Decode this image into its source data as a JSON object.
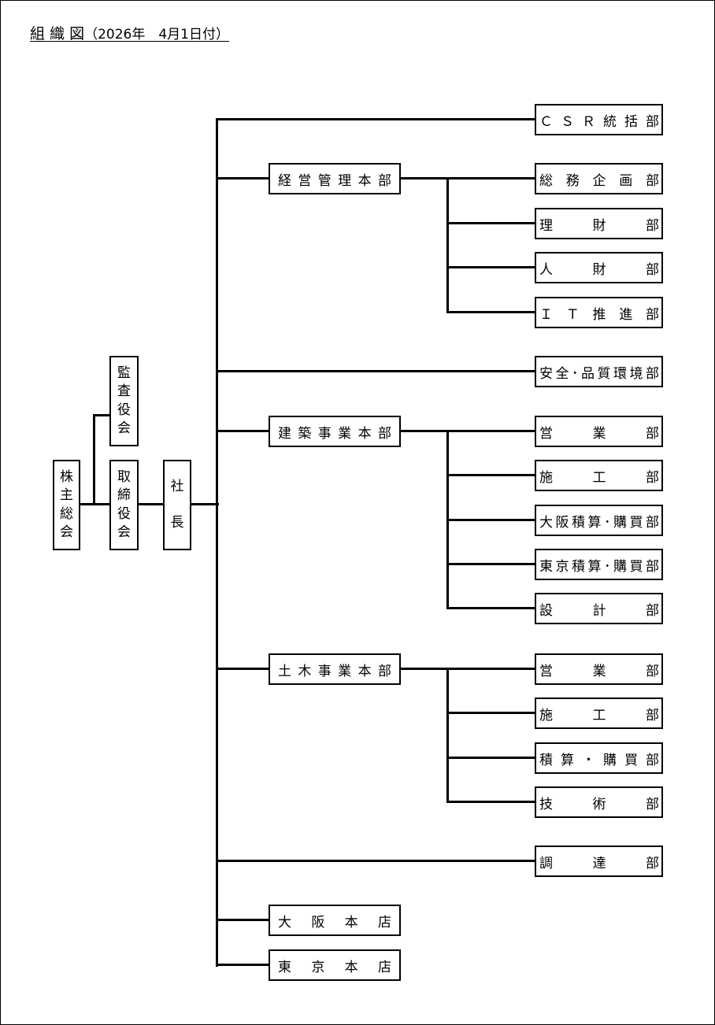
{
  "title": {
    "main": "組 織 図",
    "date": "（2026年　4月1日付）"
  },
  "chart_data": {
    "type": "org-chart",
    "root": {
      "label": "株主総会",
      "children": [
        {
          "label": "監査役会"
        },
        {
          "label": "取締役会",
          "children": [
            {
              "label": "社長",
              "children": [
                {
                  "label": "ＣＳＲ統括部"
                },
                {
                  "label": "経営管理本部",
                  "children": [
                    {
                      "label": "総務企画部"
                    },
                    {
                      "label": "理財部"
                    },
                    {
                      "label": "人財部"
                    },
                    {
                      "label": "ＩＴ推進部"
                    }
                  ]
                },
                {
                  "label": "安全･品質環境部"
                },
                {
                  "label": "建築事業本部",
                  "children": [
                    {
                      "label": "営業部"
                    },
                    {
                      "label": "施工部"
                    },
                    {
                      "label": "大阪積算･購買部"
                    },
                    {
                      "label": "東京積算･購買部"
                    },
                    {
                      "label": "設計部"
                    }
                  ]
                },
                {
                  "label": "土木事業本部",
                  "children": [
                    {
                      "label": "営業部"
                    },
                    {
                      "label": "施工部"
                    },
                    {
                      "label": "積算・購買部"
                    },
                    {
                      "label": "技術部"
                    }
                  ]
                },
                {
                  "label": "調達部"
                },
                {
                  "label": "大阪本店"
                },
                {
                  "label": "東京本店"
                }
              ]
            }
          ]
        }
      ]
    }
  },
  "left": {
    "shareholders": [
      "株",
      "主",
      "総",
      "会"
    ],
    "auditors": [
      "監",
      "査",
      "役",
      "会"
    ],
    "board": [
      "取",
      "締",
      "役",
      "会"
    ],
    "president": [
      "社",
      "長"
    ]
  },
  "divisions": {
    "mgmt": [
      "経",
      "営",
      "管",
      "理",
      "本",
      "部"
    ],
    "arch": [
      "建",
      "築",
      "事",
      "業",
      "本",
      "部"
    ],
    "civil": [
      "土",
      "木",
      "事",
      "業",
      "本",
      "部"
    ],
    "osaka": [
      "大",
      "阪",
      "本",
      "店"
    ],
    "tokyo": [
      "東",
      "京",
      "本",
      "店"
    ]
  },
  "depts": {
    "csr": [
      "Ｃ",
      "Ｓ",
      "Ｒ",
      "統",
      "括",
      "部"
    ],
    "somu": [
      "総",
      "務",
      "企",
      "画",
      "部"
    ],
    "rizai": [
      "理",
      "財",
      "部"
    ],
    "jinzai": [
      "人",
      "財",
      "部"
    ],
    "it": [
      "Ｉ",
      "Ｔ",
      "推",
      "進",
      "部"
    ],
    "anzen": [
      "安",
      "全",
      "･",
      "品",
      "質",
      "環",
      "境",
      "部"
    ],
    "arch_eigyo": [
      "営",
      "業",
      "部"
    ],
    "arch_seko": [
      "施",
      "工",
      "部"
    ],
    "arch_osaka": [
      "大",
      "阪",
      "積",
      "算",
      "･",
      "購",
      "買",
      "部"
    ],
    "arch_tokyo": [
      "東",
      "京",
      "積",
      "算",
      "･",
      "購",
      "買",
      "部"
    ],
    "arch_sekkei": [
      "設",
      "計",
      "部"
    ],
    "civil_eigyo": [
      "営",
      "業",
      "部"
    ],
    "civil_seko": [
      "施",
      "工",
      "部"
    ],
    "civil_sekisan": [
      "積",
      "算",
      "・",
      "購",
      "買",
      "部"
    ],
    "civil_gijutsu": [
      "技",
      "術",
      "部"
    ],
    "chotatsu": [
      "調",
      "達",
      "部"
    ]
  }
}
